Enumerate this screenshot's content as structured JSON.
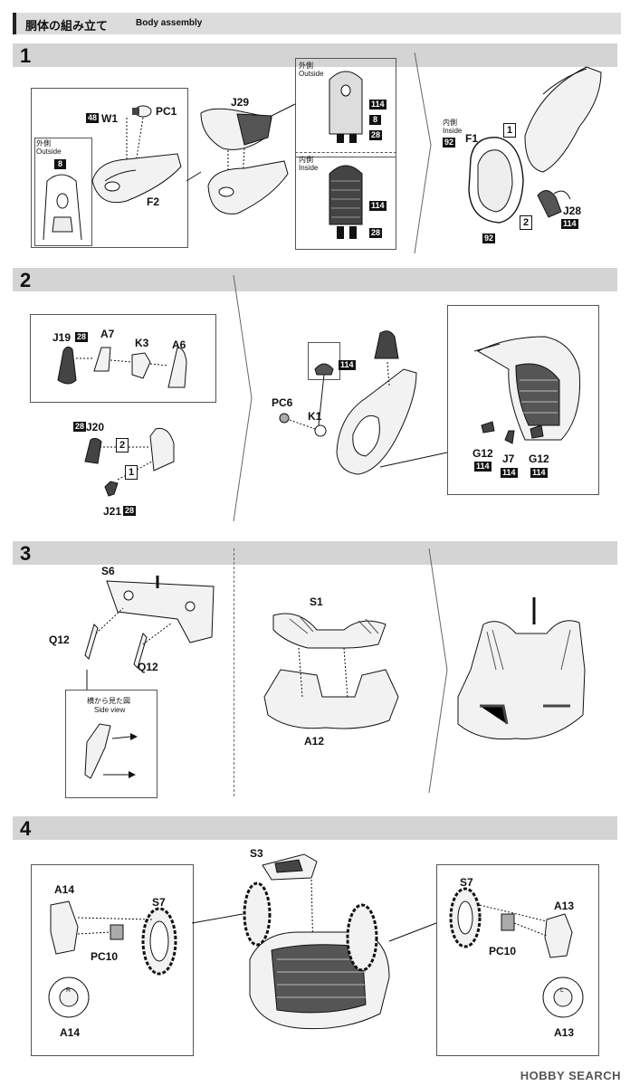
{
  "header": {
    "title_jp": "胴体の組み立て",
    "title_en": "Body assembly"
  },
  "steps": [
    "1",
    "2",
    "3",
    "4"
  ],
  "step1": {
    "outside_jp": "外側",
    "outside_en": "Outside",
    "inside_jp": "内側",
    "inside_en": "Inside",
    "parts": {
      "w1": "W1",
      "w1_num": "48",
      "pc1": "PC1",
      "f2": "F2",
      "j29": "J29",
      "f1": "F1",
      "j28": "J28"
    },
    "nums": {
      "n8": "8",
      "n114": "114",
      "n28": "28",
      "n92": "92"
    },
    "order": {
      "one": "1",
      "two": "2"
    }
  },
  "step2": {
    "parts": {
      "j19": "J19",
      "a7": "A7",
      "k3": "K3",
      "a6": "A6",
      "j20": "J20",
      "j21": "J21",
      "pc6": "PC6",
      "k1": "K1",
      "g12": "G12",
      "j7": "J7"
    },
    "nums": {
      "n28": "28",
      "n114": "114"
    },
    "order": {
      "one": "1",
      "two": "2"
    }
  },
  "step3": {
    "parts": {
      "s6": "S6",
      "q12": "Q12",
      "s1": "S1",
      "a12": "A12"
    },
    "side_jp": "横から見た図",
    "side_en": "Side view"
  },
  "step4": {
    "parts": {
      "s3": "S3",
      "a14": "A14",
      "s7": "S7",
      "pc10": "PC10",
      "a13": "A13"
    },
    "marks": {
      "r": "R",
      "l": "L"
    }
  },
  "watermark": "HOBBY SEARCH",
  "colors": {
    "band": "#d4d4d4",
    "ink": "#111111",
    "part_fill": "#f2f2f2",
    "dark_part": "#444444"
  }
}
